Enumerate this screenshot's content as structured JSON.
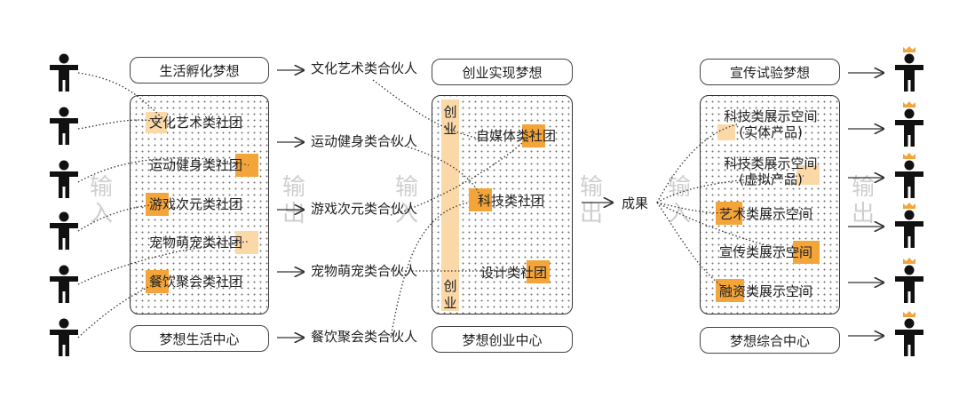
{
  "left_column": {
    "top_label": "生活孵化梦想",
    "bottom_label": "梦想生活中心",
    "clubs": [
      "文化艺术类社团",
      "运动健身类社团",
      "游戏次元类社团",
      "宠物萌宠类社团",
      "餐饮聚会类社团"
    ]
  },
  "partners": [
    "文化艺术类合伙人",
    "运动健身类合伙人",
    "游戏次元类合伙人",
    "宠物萌宠类合伙人",
    "餐饮聚会类合伙人"
  ],
  "middle_column": {
    "top_label": "创业实现梦想",
    "bottom_label": "梦想创业中心",
    "vertical_label_top": "创业",
    "vertical_label_bottom": "创业",
    "clubs": [
      "自媒体类社团",
      "科技类社团",
      "设计类社团"
    ]
  },
  "outcome": "成果",
  "right_column": {
    "top_label": "宣传试验梦想",
    "bottom_label": "梦想综合中心",
    "spaces": [
      "科技类展示空间(实体产品)",
      "科技类展示空间(虚拟产品)",
      "艺术类展示空间",
      "宣传类展示空间",
      "融资类展示空间"
    ]
  },
  "watermarks": [
    "输入",
    "输出",
    "输入",
    "输出",
    "输入",
    "输出"
  ],
  "colors": {
    "accent": "#f3a53a",
    "accent_light": "#fbd8a8",
    "person": "#111111",
    "crown": "#f3a53a"
  },
  "icons": {
    "person": "person-icon",
    "crowned_person": "crowned-person-icon",
    "arrow": "arrow-right-icon"
  }
}
